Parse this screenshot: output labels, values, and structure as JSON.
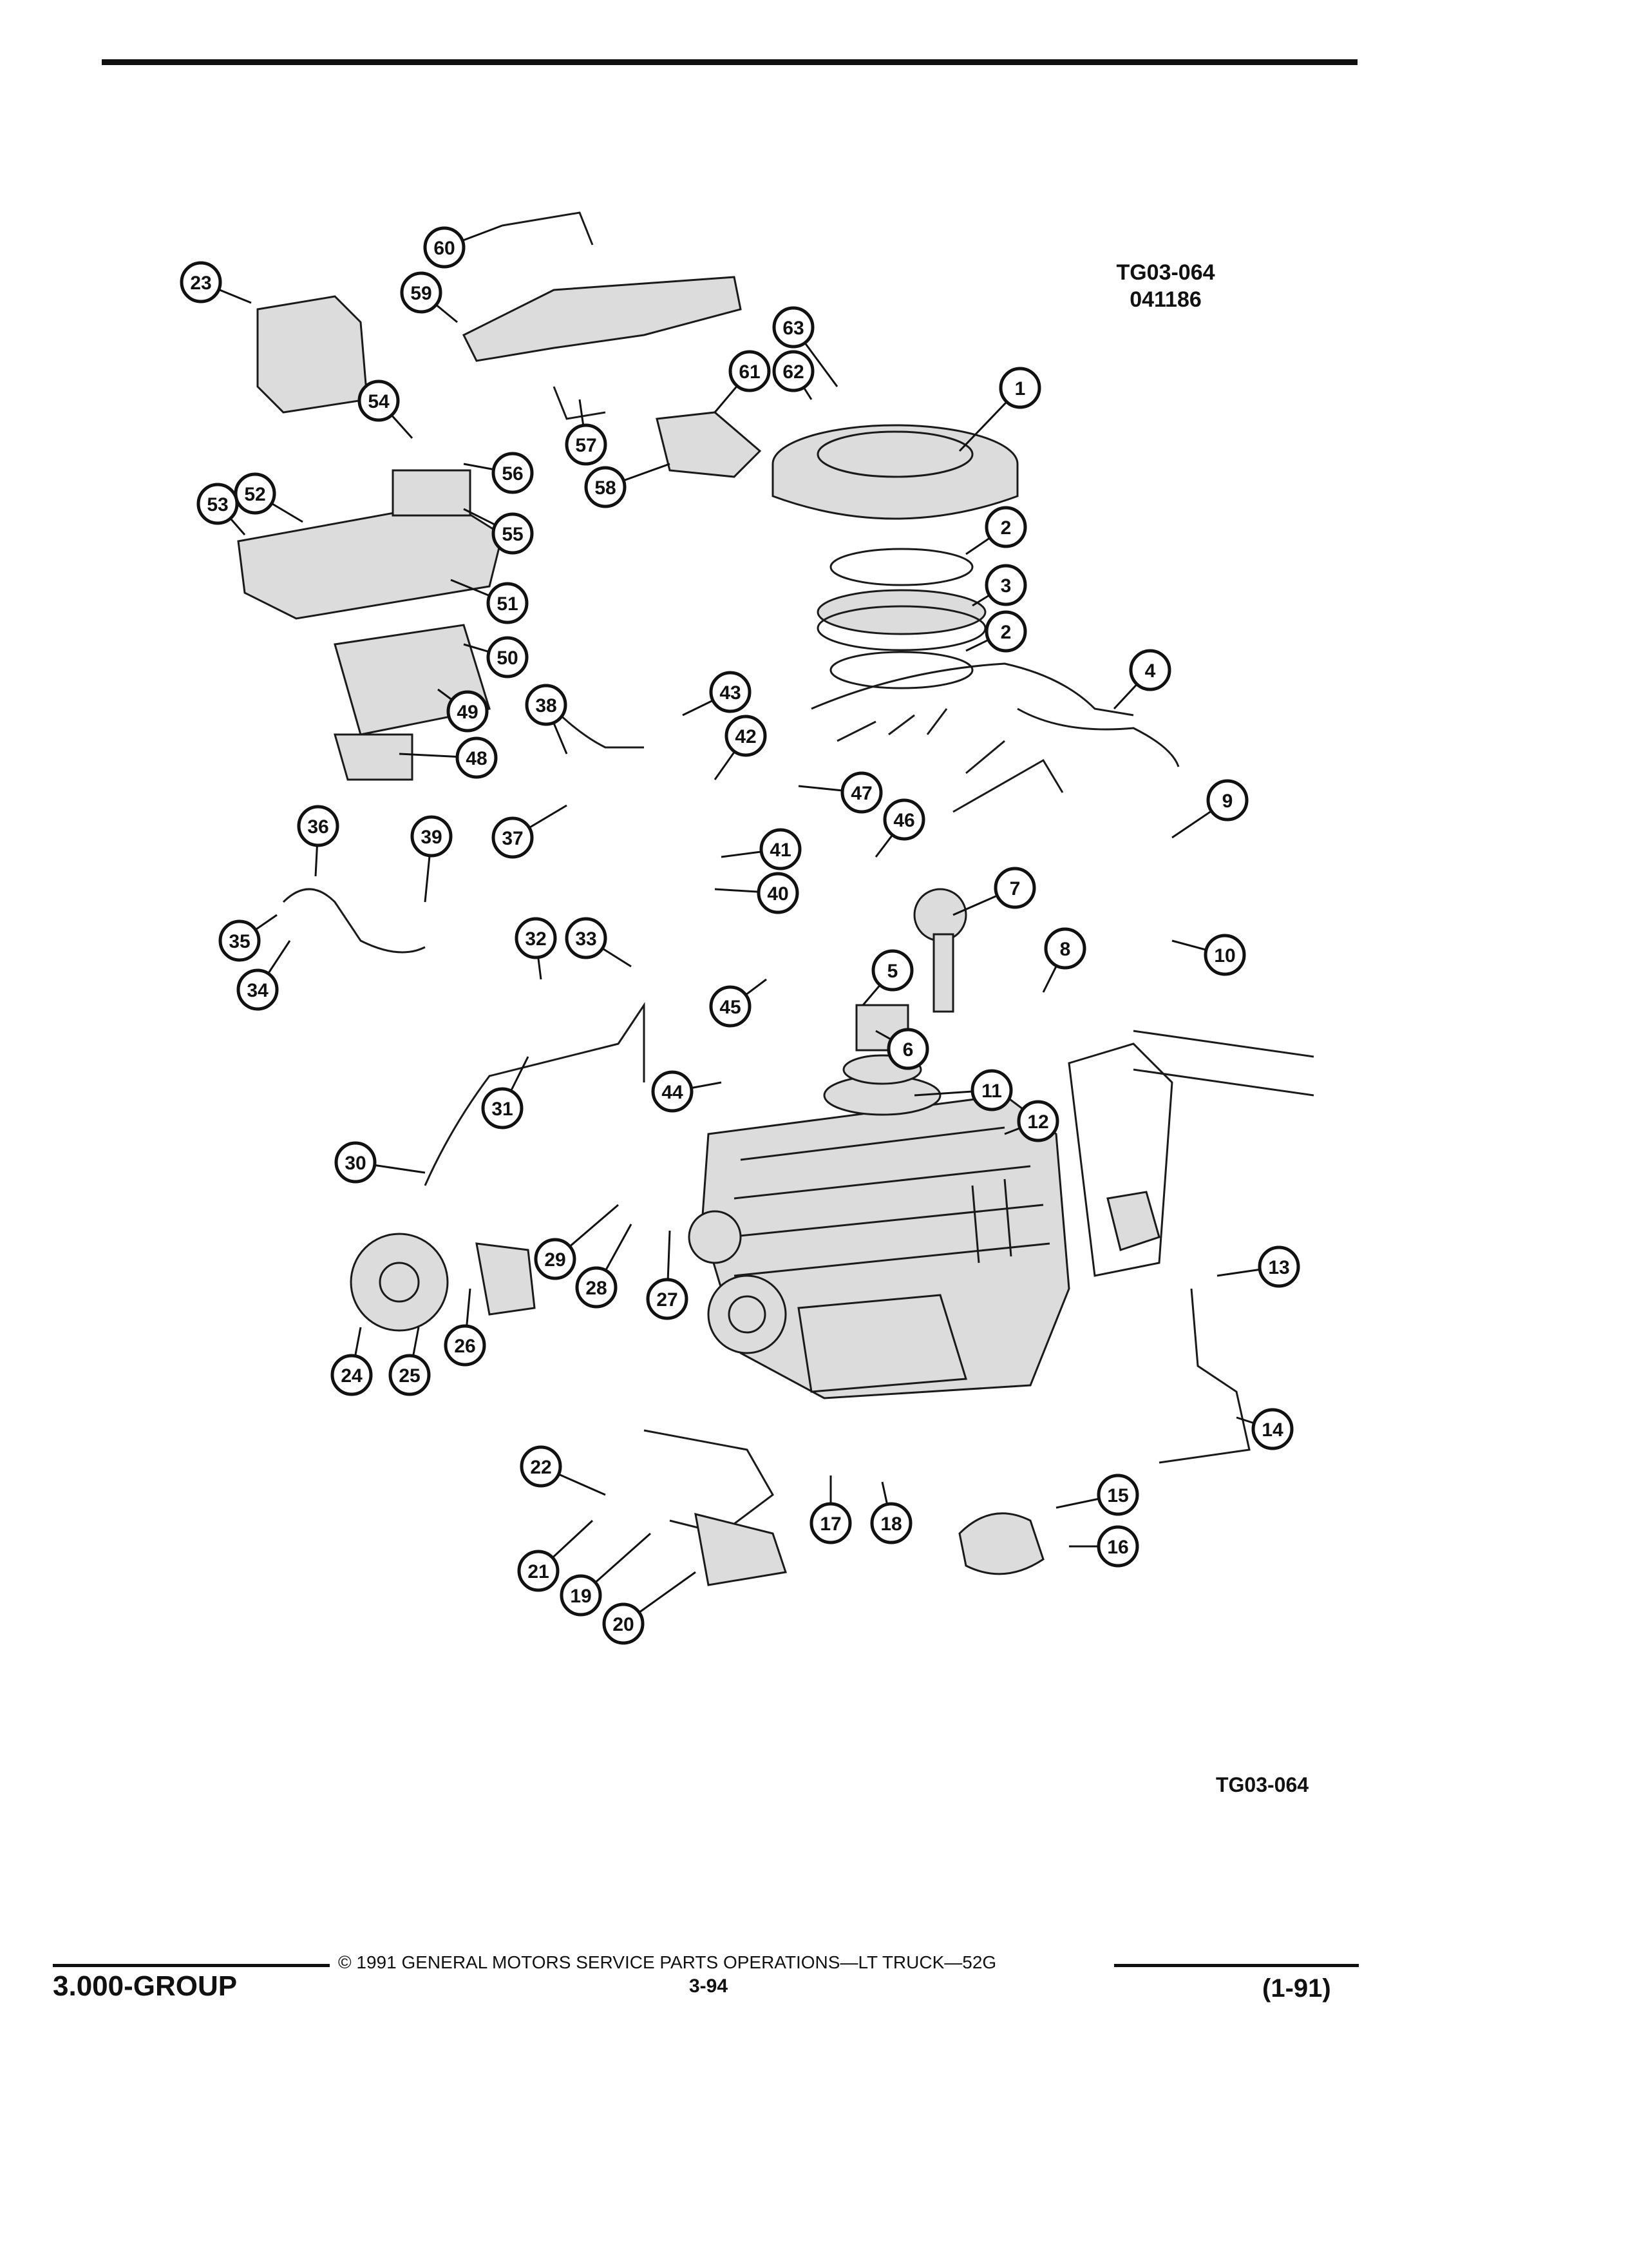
{
  "header": {
    "rule": true
  },
  "figure": {
    "ref_top": "TG03-064",
    "ref_date": "041186",
    "ref_bottom": "TG03-064",
    "callouts": [
      "1",
      "2",
      "3",
      "2",
      "4",
      "5",
      "6",
      "7",
      "8",
      "9",
      "10",
      "11",
      "12",
      "13",
      "14",
      "15",
      "16",
      "17",
      "18",
      "19",
      "20",
      "21",
      "22",
      "23",
      "24",
      "25",
      "26",
      "27",
      "28",
      "29",
      "30",
      "31",
      "32",
      "33",
      "34",
      "35",
      "36",
      "37",
      "38",
      "39",
      "40",
      "41",
      "42",
      "43",
      "44",
      "45",
      "46",
      "47",
      "48",
      "49",
      "50",
      "51",
      "52",
      "53",
      "54",
      "55",
      "56",
      "57",
      "58",
      "59",
      "60",
      "61",
      "62",
      "63"
    ]
  },
  "footer": {
    "copyright": "© 1991 GENERAL MOTORS SERVICE PARTS OPERATIONS—LT TRUCK—52G",
    "group": "3.000-GROUP",
    "page": "3-94",
    "date": "(1-91)"
  }
}
